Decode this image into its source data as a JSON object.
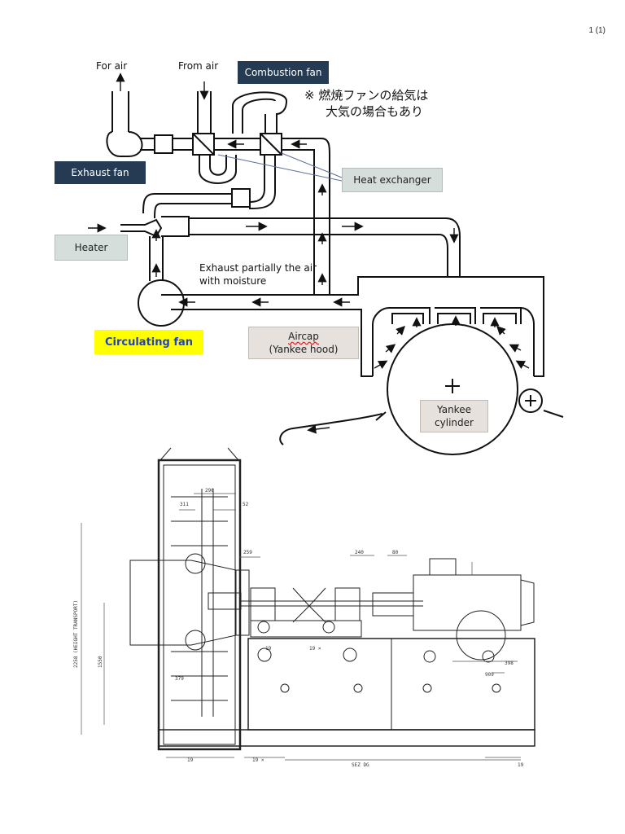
{
  "page_number": "1 (1)",
  "diagram": {
    "labels": {
      "for_air": "For air",
      "from_air": "From air",
      "combustion_fan": "Combustion fan",
      "exhaust_fan": "Exhaust fan",
      "heat_exchanger": "Heat exchanger",
      "heater": "Heater",
      "exhaust_note_line1": "Exhaust partially the air",
      "exhaust_note_line2": "with moisture",
      "circulating_fan": "Circulating fan",
      "aircap_line1": "Aircap",
      "aircap_line2": "(Yankee hood)",
      "yankee_line1": "Yankee",
      "yankee_line2": "cylinder",
      "jp_note_line1": "※ 燃焼ファンの給気は",
      "jp_note_line2": "大気の場合もあり"
    }
  },
  "drawing": {
    "dims": {
      "d296": "296",
      "d311": "311",
      "d52": "52",
      "d259": "259",
      "d240": "240",
      "d80": "80",
      "d19a": "19",
      "d19b": "19 ×",
      "d19c": "19",
      "d19d": "19 ×",
      "d19e": "19",
      "d909": "909",
      "d398": "398",
      "d379": "379",
      "d1550": "1550",
      "height_transport": "2258 (HEIGHT TRANSPORT)",
      "sez": "SEZ DG"
    }
  }
}
